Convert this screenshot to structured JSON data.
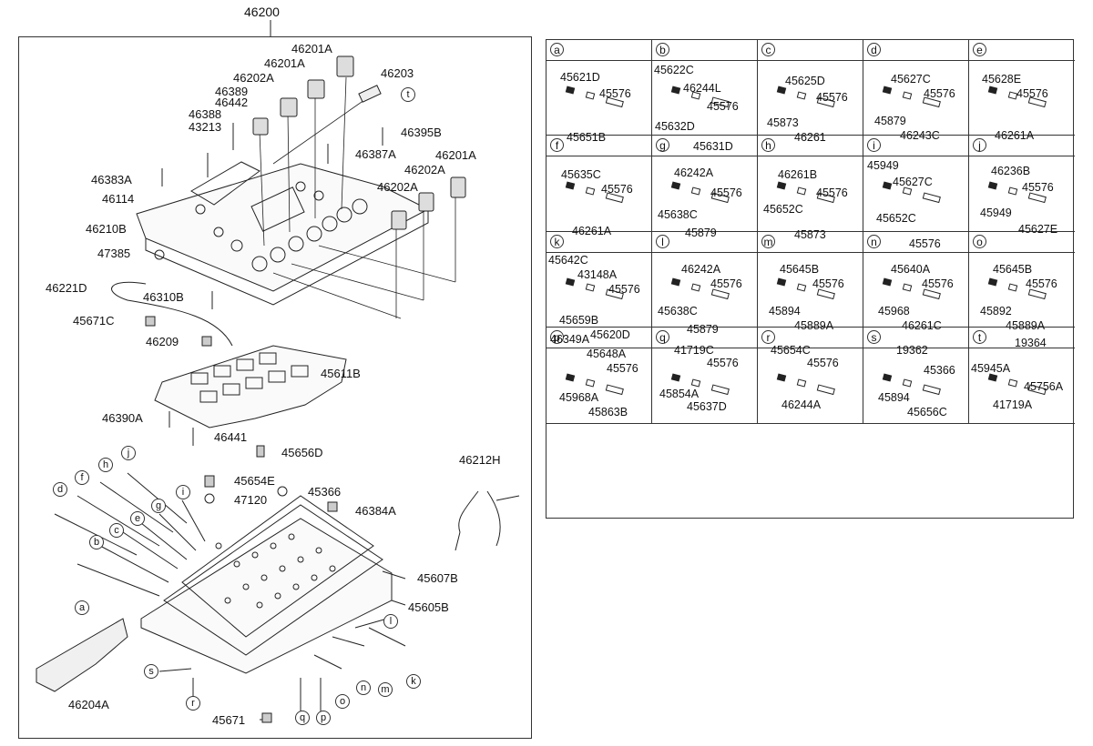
{
  "diagram": {
    "title": "46200",
    "labels": [
      {
        "id": "l46201a_1",
        "text": "46201A"
      },
      {
        "id": "l46201a_2",
        "text": "46201A"
      },
      {
        "id": "l46203",
        "text": "46203"
      },
      {
        "id": "l46202a_1",
        "text": "46202A"
      },
      {
        "id": "l46389",
        "text": "46389"
      },
      {
        "id": "l46442",
        "text": "46442"
      },
      {
        "id": "l46388",
        "text": "46388"
      },
      {
        "id": "l43213",
        "text": "43213"
      },
      {
        "id": "l46395b",
        "text": "46395B"
      },
      {
        "id": "l46387a",
        "text": "46387A"
      },
      {
        "id": "l46201a_3",
        "text": "46201A"
      },
      {
        "id": "l46202a_2",
        "text": "46202A"
      },
      {
        "id": "l46383a",
        "text": "46383A"
      },
      {
        "id": "l46202a_3",
        "text": "46202A"
      },
      {
        "id": "l46114",
        "text": "46114"
      },
      {
        "id": "l46210b",
        "text": "46210B"
      },
      {
        "id": "l47385",
        "text": "47385"
      },
      {
        "id": "l46221d",
        "text": "46221D"
      },
      {
        "id": "l46310b",
        "text": "46310B"
      },
      {
        "id": "l45671c",
        "text": "45671C"
      },
      {
        "id": "l46209",
        "text": "46209"
      },
      {
        "id": "l45611b",
        "text": "45611B"
      },
      {
        "id": "l46390a",
        "text": "46390A"
      },
      {
        "id": "l46441",
        "text": "46441"
      },
      {
        "id": "l45656d",
        "text": "45656D"
      },
      {
        "id": "l46212h",
        "text": "46212H"
      },
      {
        "id": "l45654e",
        "text": "45654E"
      },
      {
        "id": "l45366",
        "text": "45366"
      },
      {
        "id": "l47120",
        "text": "47120"
      },
      {
        "id": "l46384a",
        "text": "46384A"
      },
      {
        "id": "l45607b",
        "text": "45607B"
      },
      {
        "id": "l45605b",
        "text": "45605B"
      },
      {
        "id": "l46204a",
        "text": "46204A"
      },
      {
        "id": "l45671",
        "text": "45671"
      }
    ],
    "callouts": [
      "a",
      "b",
      "c",
      "d",
      "e",
      "f",
      "g",
      "h",
      "i",
      "j",
      "k",
      "l",
      "m",
      "n",
      "o",
      "p",
      "q",
      "r",
      "s",
      "t"
    ],
    "callout_t_top": "t"
  },
  "table": {
    "cells": [
      {
        "key": "a",
        "parts": [
          "45621D",
          "45576",
          "45651B"
        ]
      },
      {
        "key": "b",
        "parts": [
          "45622C",
          "46244L",
          "45632D",
          "45576",
          "45631D"
        ]
      },
      {
        "key": "c",
        "parts": [
          "45625D",
          "45576",
          "45873",
          "46261"
        ]
      },
      {
        "key": "d",
        "parts": [
          "45627C",
          "45576",
          "45879",
          "46243C"
        ]
      },
      {
        "key": "e",
        "parts": [
          "45628E",
          "45576",
          "46261A"
        ]
      },
      {
        "key": "f",
        "parts": [
          "45635C",
          "45576",
          "46261A"
        ]
      },
      {
        "key": "g",
        "parts": [
          "46242A",
          "45576",
          "45638C",
          "45879"
        ]
      },
      {
        "key": "h",
        "parts": [
          "46261B",
          "45576",
          "45652C",
          "45873"
        ]
      },
      {
        "key": "i",
        "parts": [
          "45949",
          "45627C",
          "45652C",
          "45576"
        ]
      },
      {
        "key": "j",
        "parts": [
          "46236B",
          "45576",
          "45949",
          "45627E"
        ]
      },
      {
        "key": "k",
        "parts": [
          "45642C",
          "43148A",
          "45576",
          "45659B",
          "45620D"
        ]
      },
      {
        "key": "l",
        "parts": [
          "46242A",
          "45576",
          "45638C",
          "45879"
        ]
      },
      {
        "key": "m",
        "parts": [
          "45645B",
          "45576",
          "45894",
          "45889A"
        ]
      },
      {
        "key": "n",
        "parts": [
          "45640A",
          "45576",
          "45968",
          "46261C"
        ]
      },
      {
        "key": "o",
        "parts": [
          "45645B",
          "45576",
          "45892",
          "45889A"
        ]
      },
      {
        "key": "p",
        "parts": [
          "46349A",
          "45648A",
          "45576",
          "45968A",
          "45863B"
        ]
      },
      {
        "key": "q",
        "parts": [
          "41719C",
          "45576",
          "45854A",
          "45637D"
        ]
      },
      {
        "key": "r",
        "parts": [
          "45654C",
          "45576",
          "46244A"
        ]
      },
      {
        "key": "s",
        "parts": [
          "19362",
          "45366",
          "45894",
          "45656C"
        ]
      },
      {
        "key": "t",
        "parts": [
          "19364",
          "45945A",
          "45756A",
          "41719A"
        ]
      }
    ]
  }
}
